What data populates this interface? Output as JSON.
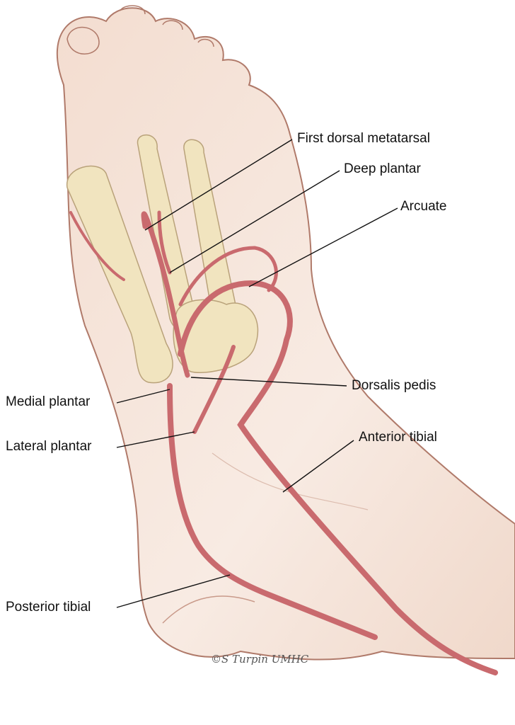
{
  "labels": {
    "first_dorsal_metatarsal": "First dorsal metatarsal",
    "deep_plantar": "Deep plantar",
    "arcuate": "Arcuate",
    "dorsalis_pedis": "Dorsalis pedis",
    "anterior_tibial": "Anterior tibial",
    "medial_plantar": "Medial plantar",
    "lateral_plantar": "Lateral plantar",
    "posterior_tibial": "Posterior tibial"
  },
  "signature": "©S Turpin UMHC",
  "colors": {
    "skin": "#f6e6dc",
    "skin_outline": "#b07a6a",
    "bone": "#f1e4bf",
    "artery": "#c96a6e"
  }
}
